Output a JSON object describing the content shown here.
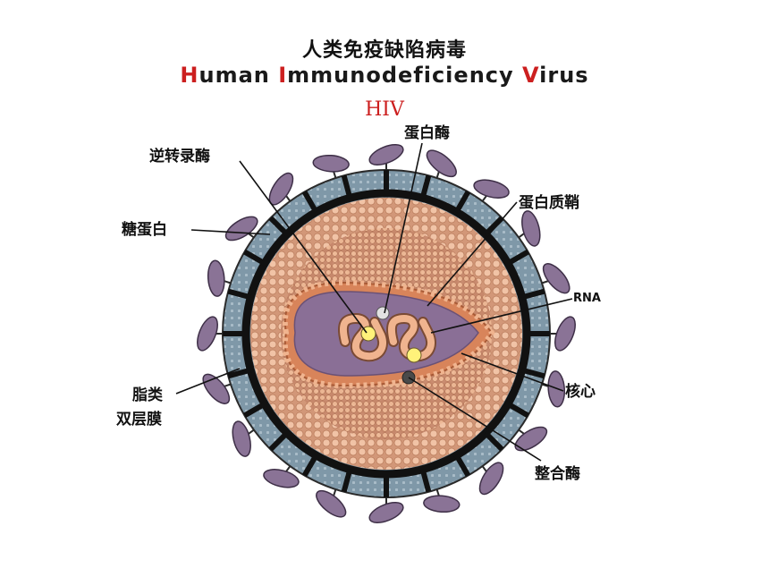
{
  "title": {
    "chinese": "人类免疫缺陷病毒",
    "english_parts": [
      {
        "text": "H",
        "red": true
      },
      {
        "text": "uman ",
        "red": false
      },
      {
        "text": "I",
        "red": true
      },
      {
        "text": "mmunodeficiency ",
        "red": false
      },
      {
        "text": "V",
        "red": true
      },
      {
        "text": "irus",
        "red": false
      }
    ],
    "abbreviation": "HIV"
  },
  "labels": {
    "reverse_transcriptase": "逆转录酶",
    "protease": "蛋白酶",
    "matrix_protein": "蛋白质鞘",
    "glycoprotein": "糖蛋白",
    "rna": "RNA",
    "lipid_bilayer_line1": "脂类",
    "lipid_bilayer_line2": "双层膜",
    "core": "核心",
    "integrase": "整合酶"
  },
  "colors": {
    "accent_red": "#cc1f1f",
    "envelope": "#7f98a8",
    "glycoprotein": "#8a7396",
    "matrix": "#e8b08e",
    "capsid": "#8a6f96",
    "rna": "#f0b48f",
    "enzyme_yellow": "#fff27a"
  }
}
